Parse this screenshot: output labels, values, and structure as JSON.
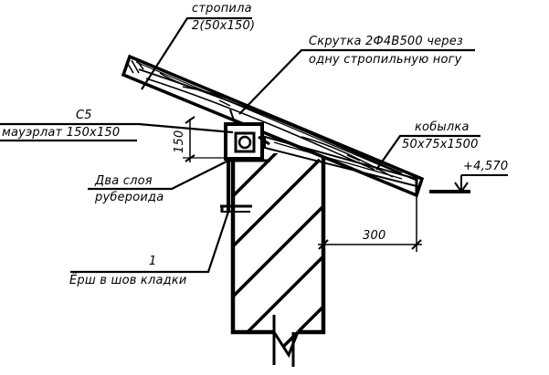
{
  "drawing": {
    "labels": {
      "rafter_name": "стропила",
      "rafter_section": "2(50x150)",
      "twist_line1": "Скрутка 2Ф4В500 через",
      "twist_line2": "одну стропильную ногу",
      "mauerlat_code": "С5",
      "mauerlat_name": "мауэрлат 150x150",
      "dim_150": "150",
      "roofing_line1": "Два слоя",
      "roofing_line2": "рубероида",
      "ruff_number": "1",
      "ruff_name": "Ёрш в шов кладки",
      "kobylka_name": "кобылка",
      "kobylka_section": "50x75x1500",
      "elevation": "+4,570",
      "dim_300": "300"
    }
  }
}
